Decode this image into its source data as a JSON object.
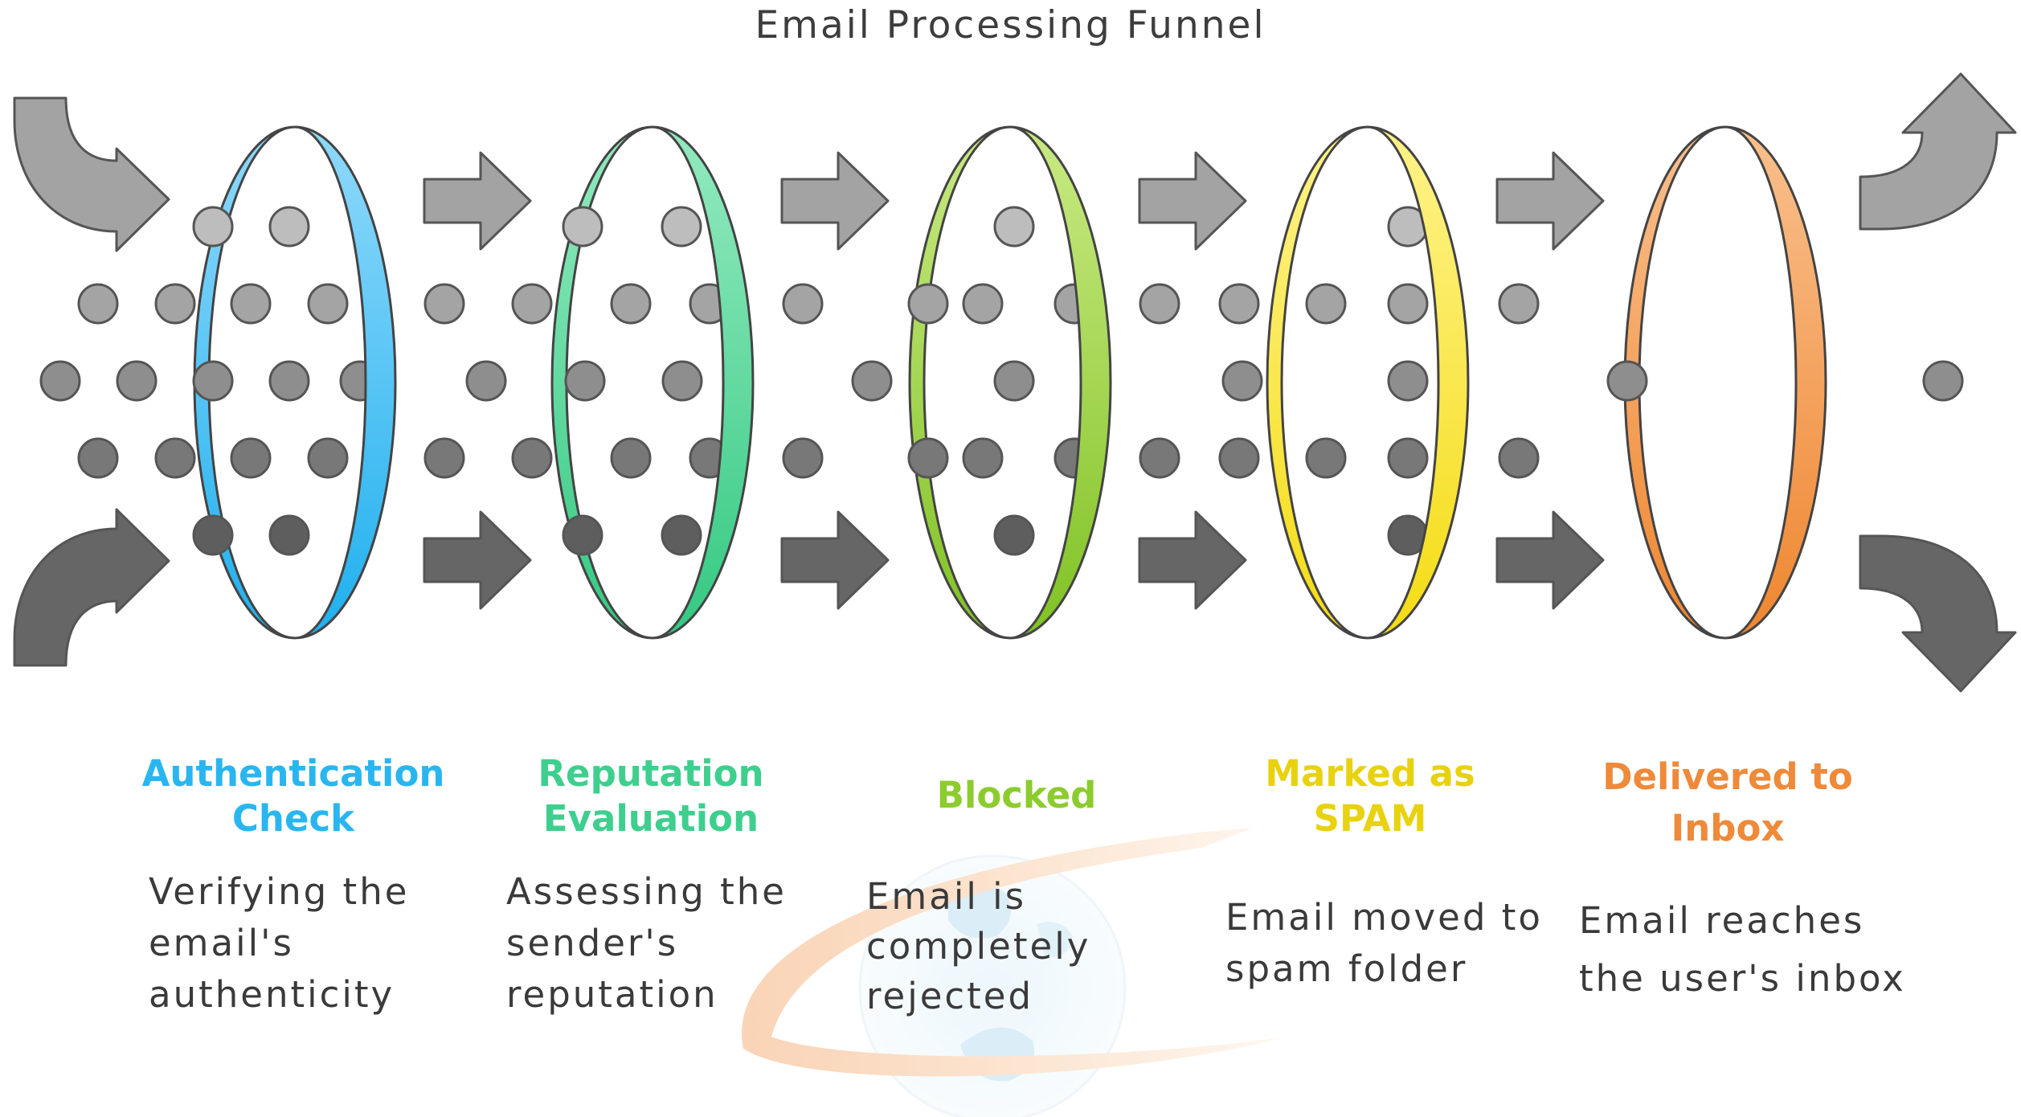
{
  "title": "Email Processing Funnel",
  "colors": {
    "arrow_light": "#a3a3a3",
    "arrow_dark": "#666666",
    "outline": "#444444"
  },
  "stages": [
    {
      "title_line1": "Authentication",
      "title_line2": "Check",
      "desc": "Verifying the\nemail's\nauthenticity",
      "color": "#29b6f0"
    },
    {
      "title_line1": "Reputation",
      "title_line2": "Evaluation",
      "desc": "Assessing the\nsender's\nreputation",
      "color": "#3ecf8e"
    },
    {
      "title_line1": "Blocked",
      "title_line2": "",
      "desc": "Email is\ncompletely\nrejected",
      "color": "#8ccc2e"
    },
    {
      "title_line1": "Marked as",
      "title_line2": "SPAM",
      "desc": "Email moved to\nspam folder",
      "color": "#e8d210"
    },
    {
      "title_line1": "Delivered to",
      "title_line2": "Inbox",
      "desc": "Email reaches\nthe user's inbox",
      "color": "#ee8a3a"
    }
  ],
  "background_graphic": "globe-with-orange-swoosh"
}
